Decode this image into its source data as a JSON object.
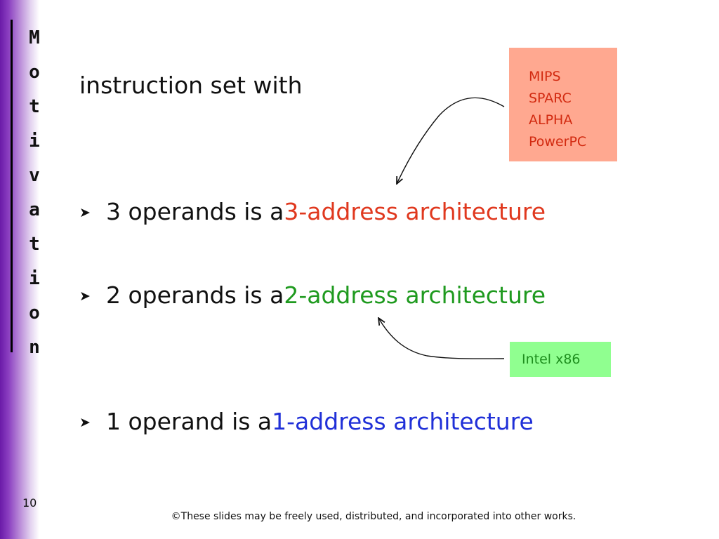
{
  "slide": {
    "vertical_title": [
      "M",
      "o",
      "t",
      "i",
      "v",
      "a",
      "t",
      "i",
      "o",
      "n"
    ],
    "heading": "instruction set with",
    "bullets": [
      {
        "prefix": "3 operands is a ",
        "highlight": "3-address architecture",
        "color": "#e0381e"
      },
      {
        "prefix": "2 operands is a ",
        "highlight": "2-address architecture",
        "color": "#1f9a1f"
      },
      {
        "prefix": "1 operand is a ",
        "highlight": "1-address architecture",
        "color": "#2030d8"
      }
    ],
    "callout_3_address": [
      "MIPS",
      "SPARC",
      "ALPHA",
      "PowerPC"
    ],
    "callout_2_address": "Intel x86",
    "page_number": "10",
    "footer": "©These slides may be freely used, distributed, and incorporated into other works."
  },
  "colors": {
    "sidebar": "#6a1aa8",
    "callout_red_bg": "#ffa890",
    "callout_green_bg": "#90ff90"
  },
  "icons": {
    "bullet": "arrowhead-bullet"
  }
}
